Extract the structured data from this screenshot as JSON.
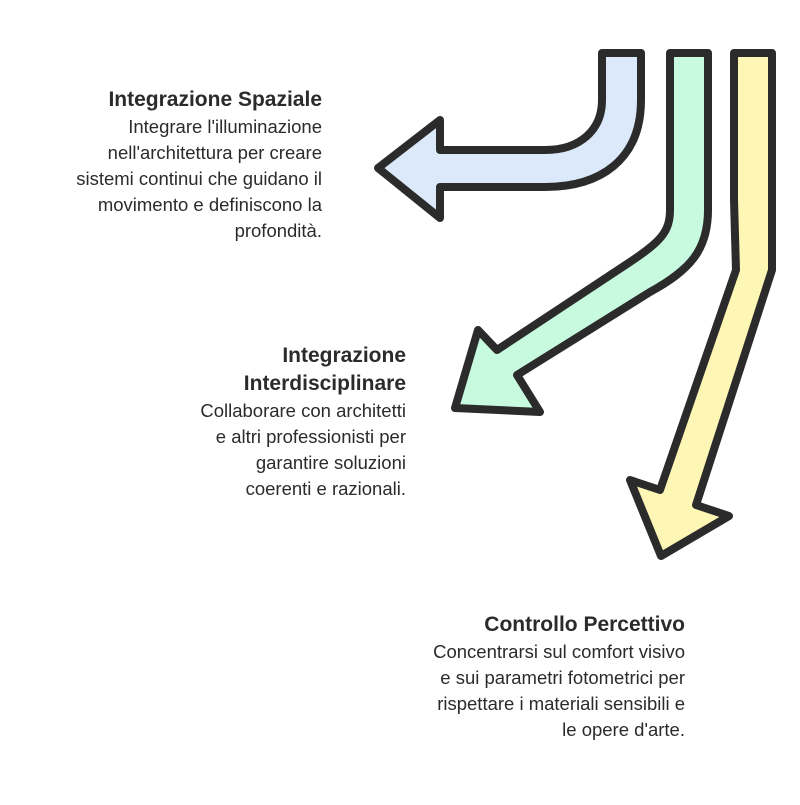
{
  "items": [
    {
      "title_lines": [
        "Integrazione Spaziale"
      ],
      "desc_lines": [
        "Integrare l'illuminazione",
        "nell'architettura per creare",
        "sistemi continui che guidano il",
        "movimento e definiscono la",
        "profondità."
      ],
      "arrow_color": "#dce9fb",
      "arrow_direction": "left"
    },
    {
      "title_lines": [
        "Integrazione",
        "Interdisciplinare"
      ],
      "desc_lines": [
        "Collaborare con architetti",
        "e altri professionisti per",
        "garantire soluzioni",
        "coerenti e razionali."
      ],
      "arrow_color": "#c8fadf",
      "arrow_direction": "down-left"
    },
    {
      "title_lines": [
        "Controllo Percettivo"
      ],
      "desc_lines": [
        "Concentrarsi sul comfort visivo",
        "e sui parametri fotometrici per",
        "rispettare i materiali sensibili e",
        "le opere d'arte."
      ],
      "arrow_color": "#fdf6b5",
      "arrow_direction": "down"
    }
  ],
  "outline_color": "#2b2b2b"
}
